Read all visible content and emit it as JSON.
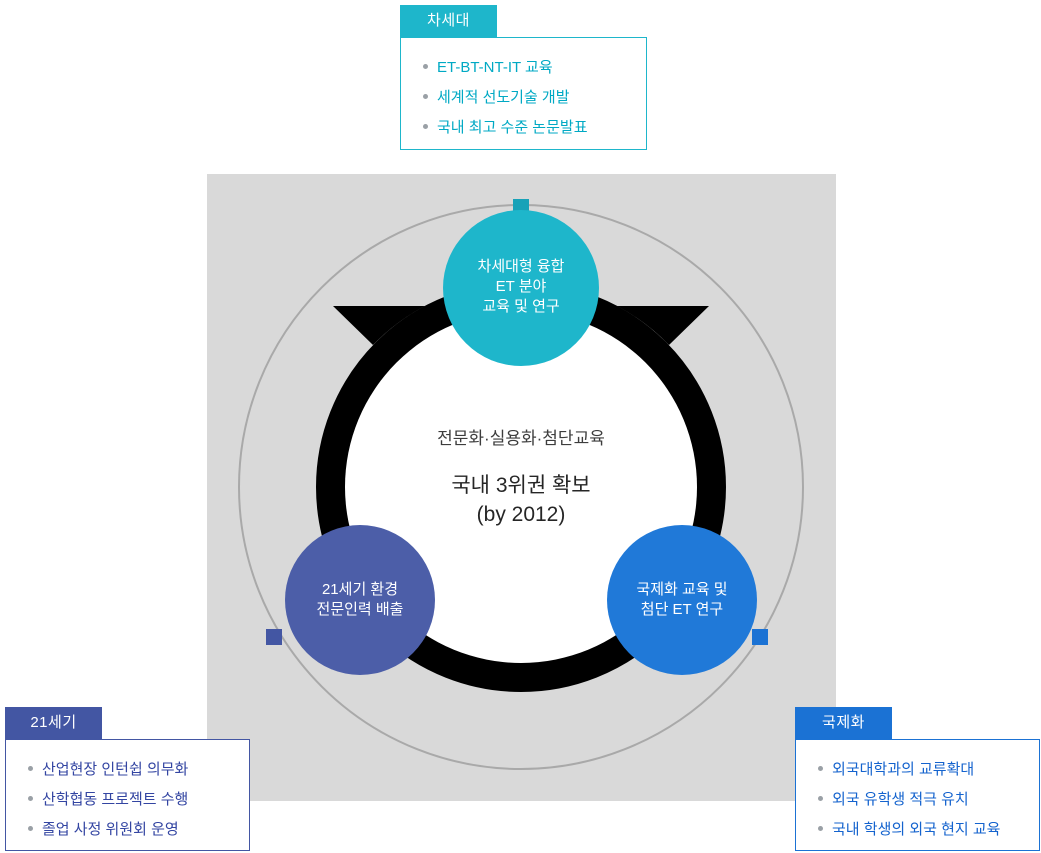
{
  "colors": {
    "cyan": "#1eb6cb",
    "cyan_square": "#18a2b8",
    "cyan_text": "#00a9c4",
    "indigo": "#4356a3",
    "indigo_circle": "#4c5ea8",
    "indigo_text": "#3345a2",
    "blue": "#1b72d4",
    "blue_circle": "#2079d8",
    "blue_text": "#1463ce",
    "panel_gray": "#d9d9d9",
    "outline_gray": "#a9a9a9",
    "black": "#000000",
    "white": "#ffffff",
    "bullet_gray": "#9aa0a6"
  },
  "callouts": {
    "next_gen": {
      "tab": "차세대",
      "items": [
        "ET-BT-NT-IT 교육",
        "세계적 선도기술 개발",
        "국내 최고 수준 논문발표"
      ]
    },
    "century21": {
      "tab": "21세기",
      "items": [
        "산업현장 인턴쉽 의무화",
        "산학협동 프로젝트 수행",
        "졸업 사정 위원회 운영"
      ]
    },
    "international": {
      "tab": "국제화",
      "items": [
        "외국대학과의 교류확대",
        "외국 유학생 적극 유치",
        "국내 학생의 외국 현지 교육"
      ]
    }
  },
  "diagram": {
    "top_circle": {
      "line1": "차세대형 융합",
      "line2": "ET 분야",
      "line3": "교육 및 연구"
    },
    "left_circle": {
      "line1": "21세기 환경",
      "line2": "전문인력 배출"
    },
    "right_circle": {
      "line1": "국제화 교육 및",
      "line2": "첨단 ET 연구"
    },
    "center": {
      "subtitle": "전문화·실용화·첨단교육",
      "title_line1": "국내 3위권 확보",
      "title_line2": "(by 2012)"
    }
  }
}
